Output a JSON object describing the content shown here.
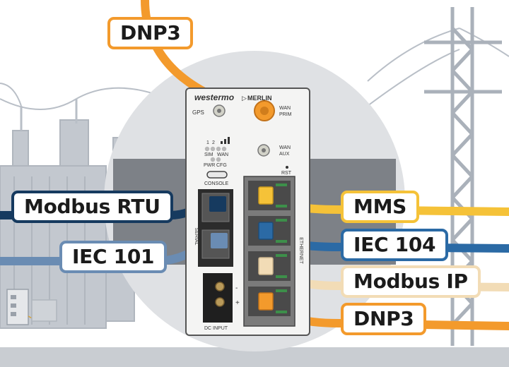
{
  "device": {
    "brand": "westermo",
    "model": "MERLIN",
    "gps": "GPS",
    "wan_prim_1": "WAN",
    "wan_prim_2": "PRIM",
    "wan_aux_1": "WAN",
    "wan_aux_2": "AUX",
    "led_1": "1",
    "led_2": "2",
    "sim": "SIM",
    "wan": "WAN",
    "pwr": "PWR",
    "cfg": "CFG",
    "rst": "RST",
    "console": "CONSOLE",
    "serial": "SERIAL",
    "ethernet": "ETHERNET",
    "minus": "-",
    "plus": "+",
    "dc_input": "DC INPUT"
  },
  "protocols": {
    "dnp3_top": "DNP3",
    "modbus_rtu": "Modbus RTU",
    "iec_101": "IEC 101",
    "mms": "MMS",
    "iec_104": "IEC 104",
    "modbus_ip": "Modbus IP",
    "dnp3_bottom": "DNP3"
  },
  "colors": {
    "dnp3": "#f39a2c",
    "modbus_rtu": "#163a5f",
    "iec_101": "#6a8cb3",
    "mms": "#f5c238",
    "iec_104": "#2b6aa5",
    "modbus_ip": "#f2dcb6",
    "label_border": "#0e3a5c",
    "background_gray": "#dfe1e4"
  }
}
